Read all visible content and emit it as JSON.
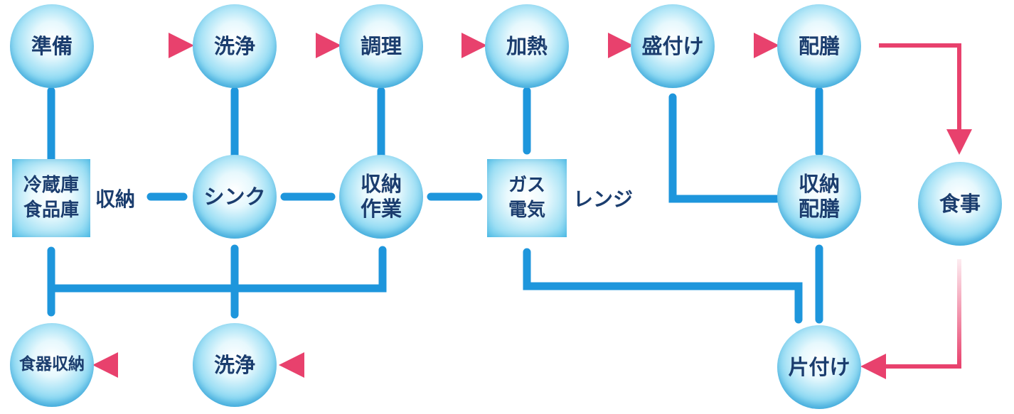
{
  "nodes": {
    "prep": "準備",
    "wash_top": "洗浄",
    "cook": "調理",
    "heat": "加熱",
    "serve": "盛付け",
    "distribute": "配膳",
    "eat": "食事",
    "fridge_line1": "冷蔵庫",
    "fridge_line2": "食品庫",
    "sink": "シンク",
    "storage_work_line1": "収納",
    "storage_work_line2": "作業",
    "gas_line1": "ガス",
    "gas_line2": "電気",
    "storage_serve_line1": "収納",
    "storage_serve_line2": "配膳",
    "dish_storage": "食器収納",
    "wash_bottom": "洗浄",
    "cleanup": "片付け"
  },
  "labels": {
    "storage": "収納",
    "range": "レンジ"
  },
  "colors": {
    "connector": "#1e96dc",
    "flow_arrow": "#e8416d",
    "text": "#1b3d6e"
  }
}
